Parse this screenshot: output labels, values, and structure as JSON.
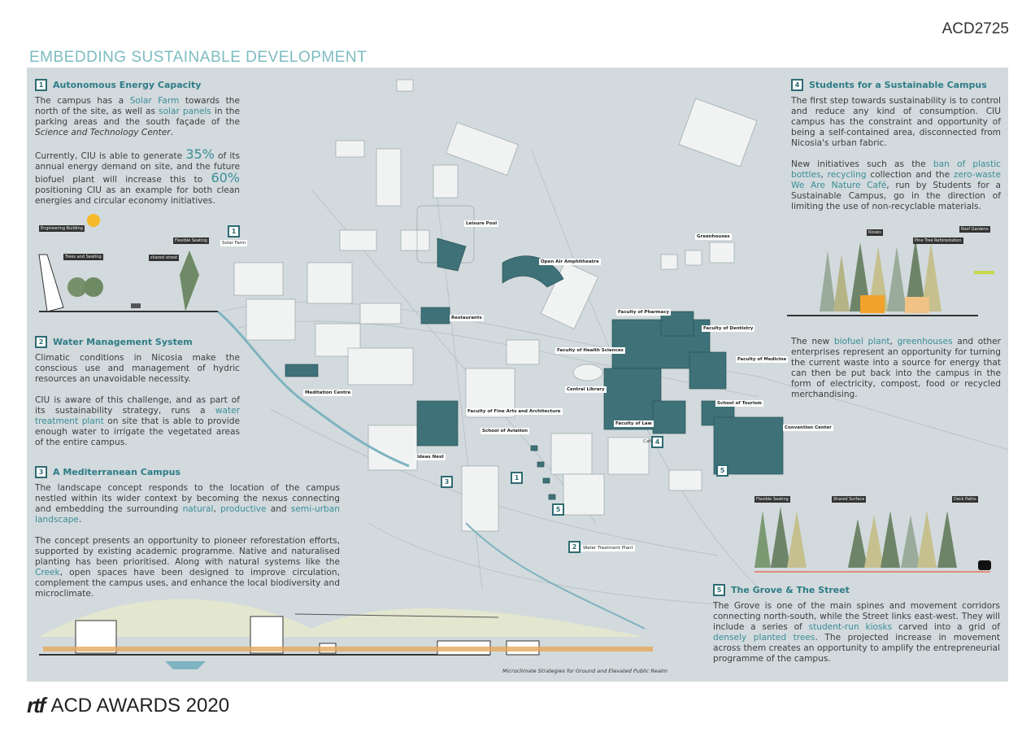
{
  "code": "ACD2725",
  "title": "EMBEDDING SUSTAINABLE DEVELOPMENT",
  "s1": {
    "num": "1",
    "heading": "Autonomous Energy Capacity",
    "p1": [
      {
        "t": "The campus has a "
      },
      {
        "t": "Solar Farm",
        "hl": 1
      },
      {
        "t": " towards the north of the site, as well as "
      },
      {
        "t": "solar panels",
        "hl": 1
      },
      {
        "t": " in the parking areas and the south façade of the "
      },
      {
        "t": "Science and Technology Center",
        "i": 1
      },
      {
        "t": "."
      }
    ],
    "p2": [
      {
        "t": "Currently, CIU is able to generate "
      },
      {
        "t": "35%",
        "big": 1
      },
      {
        "t": " of its annual energy demand on site, and the future biofuel plant will increase this to "
      },
      {
        "t": "60%",
        "big": 1
      },
      {
        "t": " positioning CIU as an example for both clean energies and circular economy initiatives."
      }
    ]
  },
  "s2": {
    "num": "2",
    "heading": "Water Management System",
    "p1": [
      {
        "t": "Climatic conditions in Nicosia make the conscious use and management of hydric resources an unavoidable necessity."
      }
    ],
    "p2": [
      {
        "t": "CIU is aware of this challenge, and as part of its sustainability strategy, runs a "
      },
      {
        "t": "water treatment plant",
        "hl": 1
      },
      {
        "t": " on site that is able to provide enough water to irrigate the vegetated areas of the entire campus."
      }
    ]
  },
  "s3": {
    "num": "3",
    "heading": "A Mediterranean Campus",
    "p1": [
      {
        "t": "The landscape concept responds to the location of the campus nestled within its wider context by becoming the nexus connecting and embedding the surrounding "
      },
      {
        "t": "natural",
        "hl": 1
      },
      {
        "t": ", "
      },
      {
        "t": "productive",
        "hl": 1
      },
      {
        "t": " and "
      },
      {
        "t": "semi-urban landscape",
        "hl": 1
      },
      {
        "t": "."
      }
    ],
    "p2": [
      {
        "t": "The concept presents an opportunity to pioneer reforestation efforts, supported by existing academic programme. Native and naturalised planting has been prioritised. Along with natural systems like the "
      },
      {
        "t": "Creek",
        "hl": 1
      },
      {
        "t": ", open spaces have been designed to improve circulation, complement the campus uses, and enhance the local biodiversity and microclimate."
      }
    ]
  },
  "s4": {
    "num": "4",
    "heading": "Students for a Sustainable Campus",
    "p1": [
      {
        "t": "The first step towards sustainability is to control and reduce any kind of consumption. CIU campus has the constraint and opportunity of being a self-contained area, disconnected from Nicosia's urban fabric."
      }
    ],
    "p2": [
      {
        "t": "New initiatives such as the "
      },
      {
        "t": "ban of plastic bottles",
        "hl": 1
      },
      {
        "t": ", "
      },
      {
        "t": "recycling",
        "hl": 1
      },
      {
        "t": " collection and the "
      },
      {
        "t": "zero-waste We Are Nature Café",
        "hl": 1
      },
      {
        "t": ", run by Students for a Sustainable Campus, go in the direction of limiting the use of non-recyclable materials."
      }
    ],
    "p3": [
      {
        "t": "The new "
      },
      {
        "t": "biofuel plant",
        "hl": 1
      },
      {
        "t": ", "
      },
      {
        "t": "greenhouses",
        "hl": 1
      },
      {
        "t": " and other enterprises represent an opportunity for turning the current waste into a source for energy that can then be put back into the campus in the form of electricity, compost, food or recycled merchandising."
      }
    ]
  },
  "s5": {
    "num": "5",
    "heading": "The Grove & The Street",
    "p1": [
      {
        "t": "The Grove is one of the main spines and movement corridors connecting north-south, while the Street links east-west. They will include a series of "
      },
      {
        "t": "student-run kiosks",
        "hl": 1
      },
      {
        "t": " carved into a grid of "
      },
      {
        "t": "densely planted trees",
        "hl": 1
      },
      {
        "t": ". The projected increase in movement across them creates an opportunity to amplify the entrepreneurial programme of the campus."
      }
    ]
  },
  "diagram1": {
    "labels": [
      "Engineering Building",
      "Trees and Seating",
      "Flexible Seating",
      "shared street"
    ]
  },
  "diagram4": {
    "labels": [
      "Kiosks",
      "Pine Tree Reforestation",
      "Roof Gardens"
    ]
  },
  "diagram5": {
    "labels": [
      "Flexible Seating",
      "Shared Surface",
      "Deck Paths"
    ]
  },
  "caption": "Microclimate Strategies for Ground and Elevated Public Realm",
  "map": {
    "labels": [
      "Leisure Pool",
      "Open Air Amphitheatre",
      "Restaurants",
      "Faculty of Pharmacy",
      "Faculty of Dentistry",
      "Faculty of Health Sciences",
      "Faculty of Medicine",
      "Central Library",
      "School of Tourism",
      "Faculty of Fine Arts and Architecture",
      "School of Aviation",
      "Faculty of Law",
      "Convention Center",
      "Ideas Nest",
      "Meditation Centre",
      "Greenhouses"
    ],
    "solar_farm": "Solar Farm",
    "water_plant": "Water Treatment Plant",
    "cafe": "Cafe",
    "markers": [
      "1",
      "1",
      "2",
      "3",
      "4",
      "5",
      "5"
    ]
  },
  "footer": {
    "logo": "rtf",
    "text": "ACD AWARDS 2020"
  },
  "colors": {
    "teal": "#2f6b72",
    "accent": "#3a8d97",
    "panel": "#d2dadd"
  }
}
